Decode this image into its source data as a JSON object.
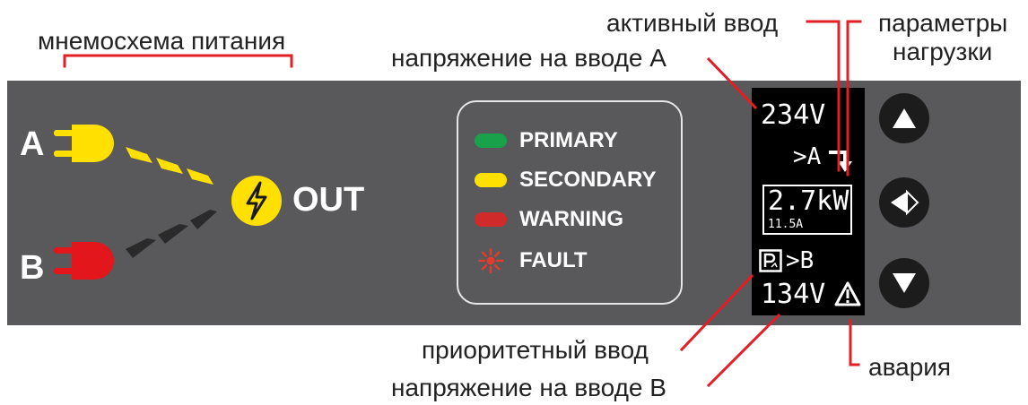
{
  "annotations": {
    "power_mimic": "мнемосхема питания",
    "active_input": "активный ввод",
    "load_params_line1": "параметры",
    "load_params_line2": "нагрузки",
    "voltage_a": "напряжение на вводе A",
    "priority_input": "приоритетный ввод",
    "alarm": "авария",
    "voltage_b": "напряжение на вводе B"
  },
  "mimic": {
    "input_a": "A",
    "input_b": "B",
    "output": "OUT",
    "input_a_color": "#ffe000",
    "input_b_color": "#e3161b",
    "active_flow_color": "#ffe000",
    "inactive_flow_color": "#2a2a2a"
  },
  "legend": [
    {
      "label": "PRIMARY",
      "color": "#19a24a",
      "shape": "pill"
    },
    {
      "label": "SECONDARY",
      "color": "#ffe000",
      "shape": "pill"
    },
    {
      "label": "WARNING",
      "color": "#d02a2a",
      "shape": "pill"
    },
    {
      "label": "FAULT",
      "color": "#e53b2c",
      "shape": "burst-icon"
    }
  ],
  "display": {
    "voltage_a": "234V",
    "active_input": ">A",
    "load_power": "2.7kW",
    "load_current": "11.5A",
    "priority_input": ">B",
    "voltage_b": "134V"
  },
  "buttons": [
    "up-icon",
    "enter-icon",
    "down-icon"
  ],
  "colors": {
    "panel": "#59595b",
    "leader_line": "#e31e24",
    "display_bg": "#000000"
  }
}
